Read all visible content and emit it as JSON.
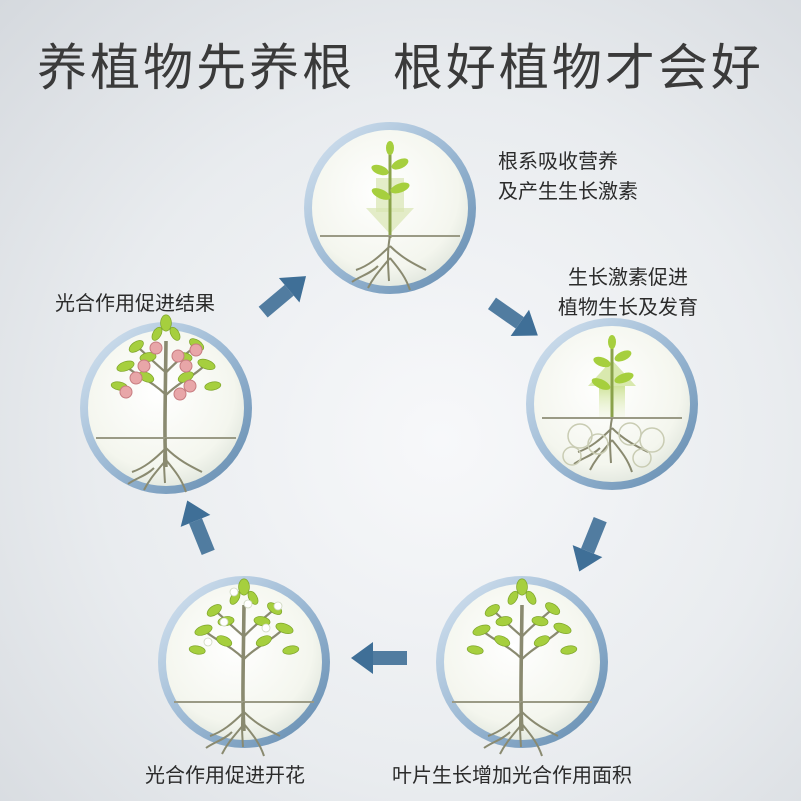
{
  "title": "养植物先养根  根好植物才会好",
  "steps": [
    {
      "line1": "根系吸收营养",
      "line2": "及产生生长激素"
    },
    {
      "line1": "生长激素促进",
      "line2": "植物生长及发育"
    },
    {
      "line1": "叶片生长增加光合作用面积"
    },
    {
      "line1": "光合作用促进开花"
    },
    {
      "line1": "光合作用促进结果"
    }
  ],
  "colors": {
    "arrow": "#3f6f97",
    "leaf": "#a6cf3e",
    "fruit": "#e8a6a8",
    "root": "#8a8a70",
    "ring": "#6f9bc0"
  }
}
